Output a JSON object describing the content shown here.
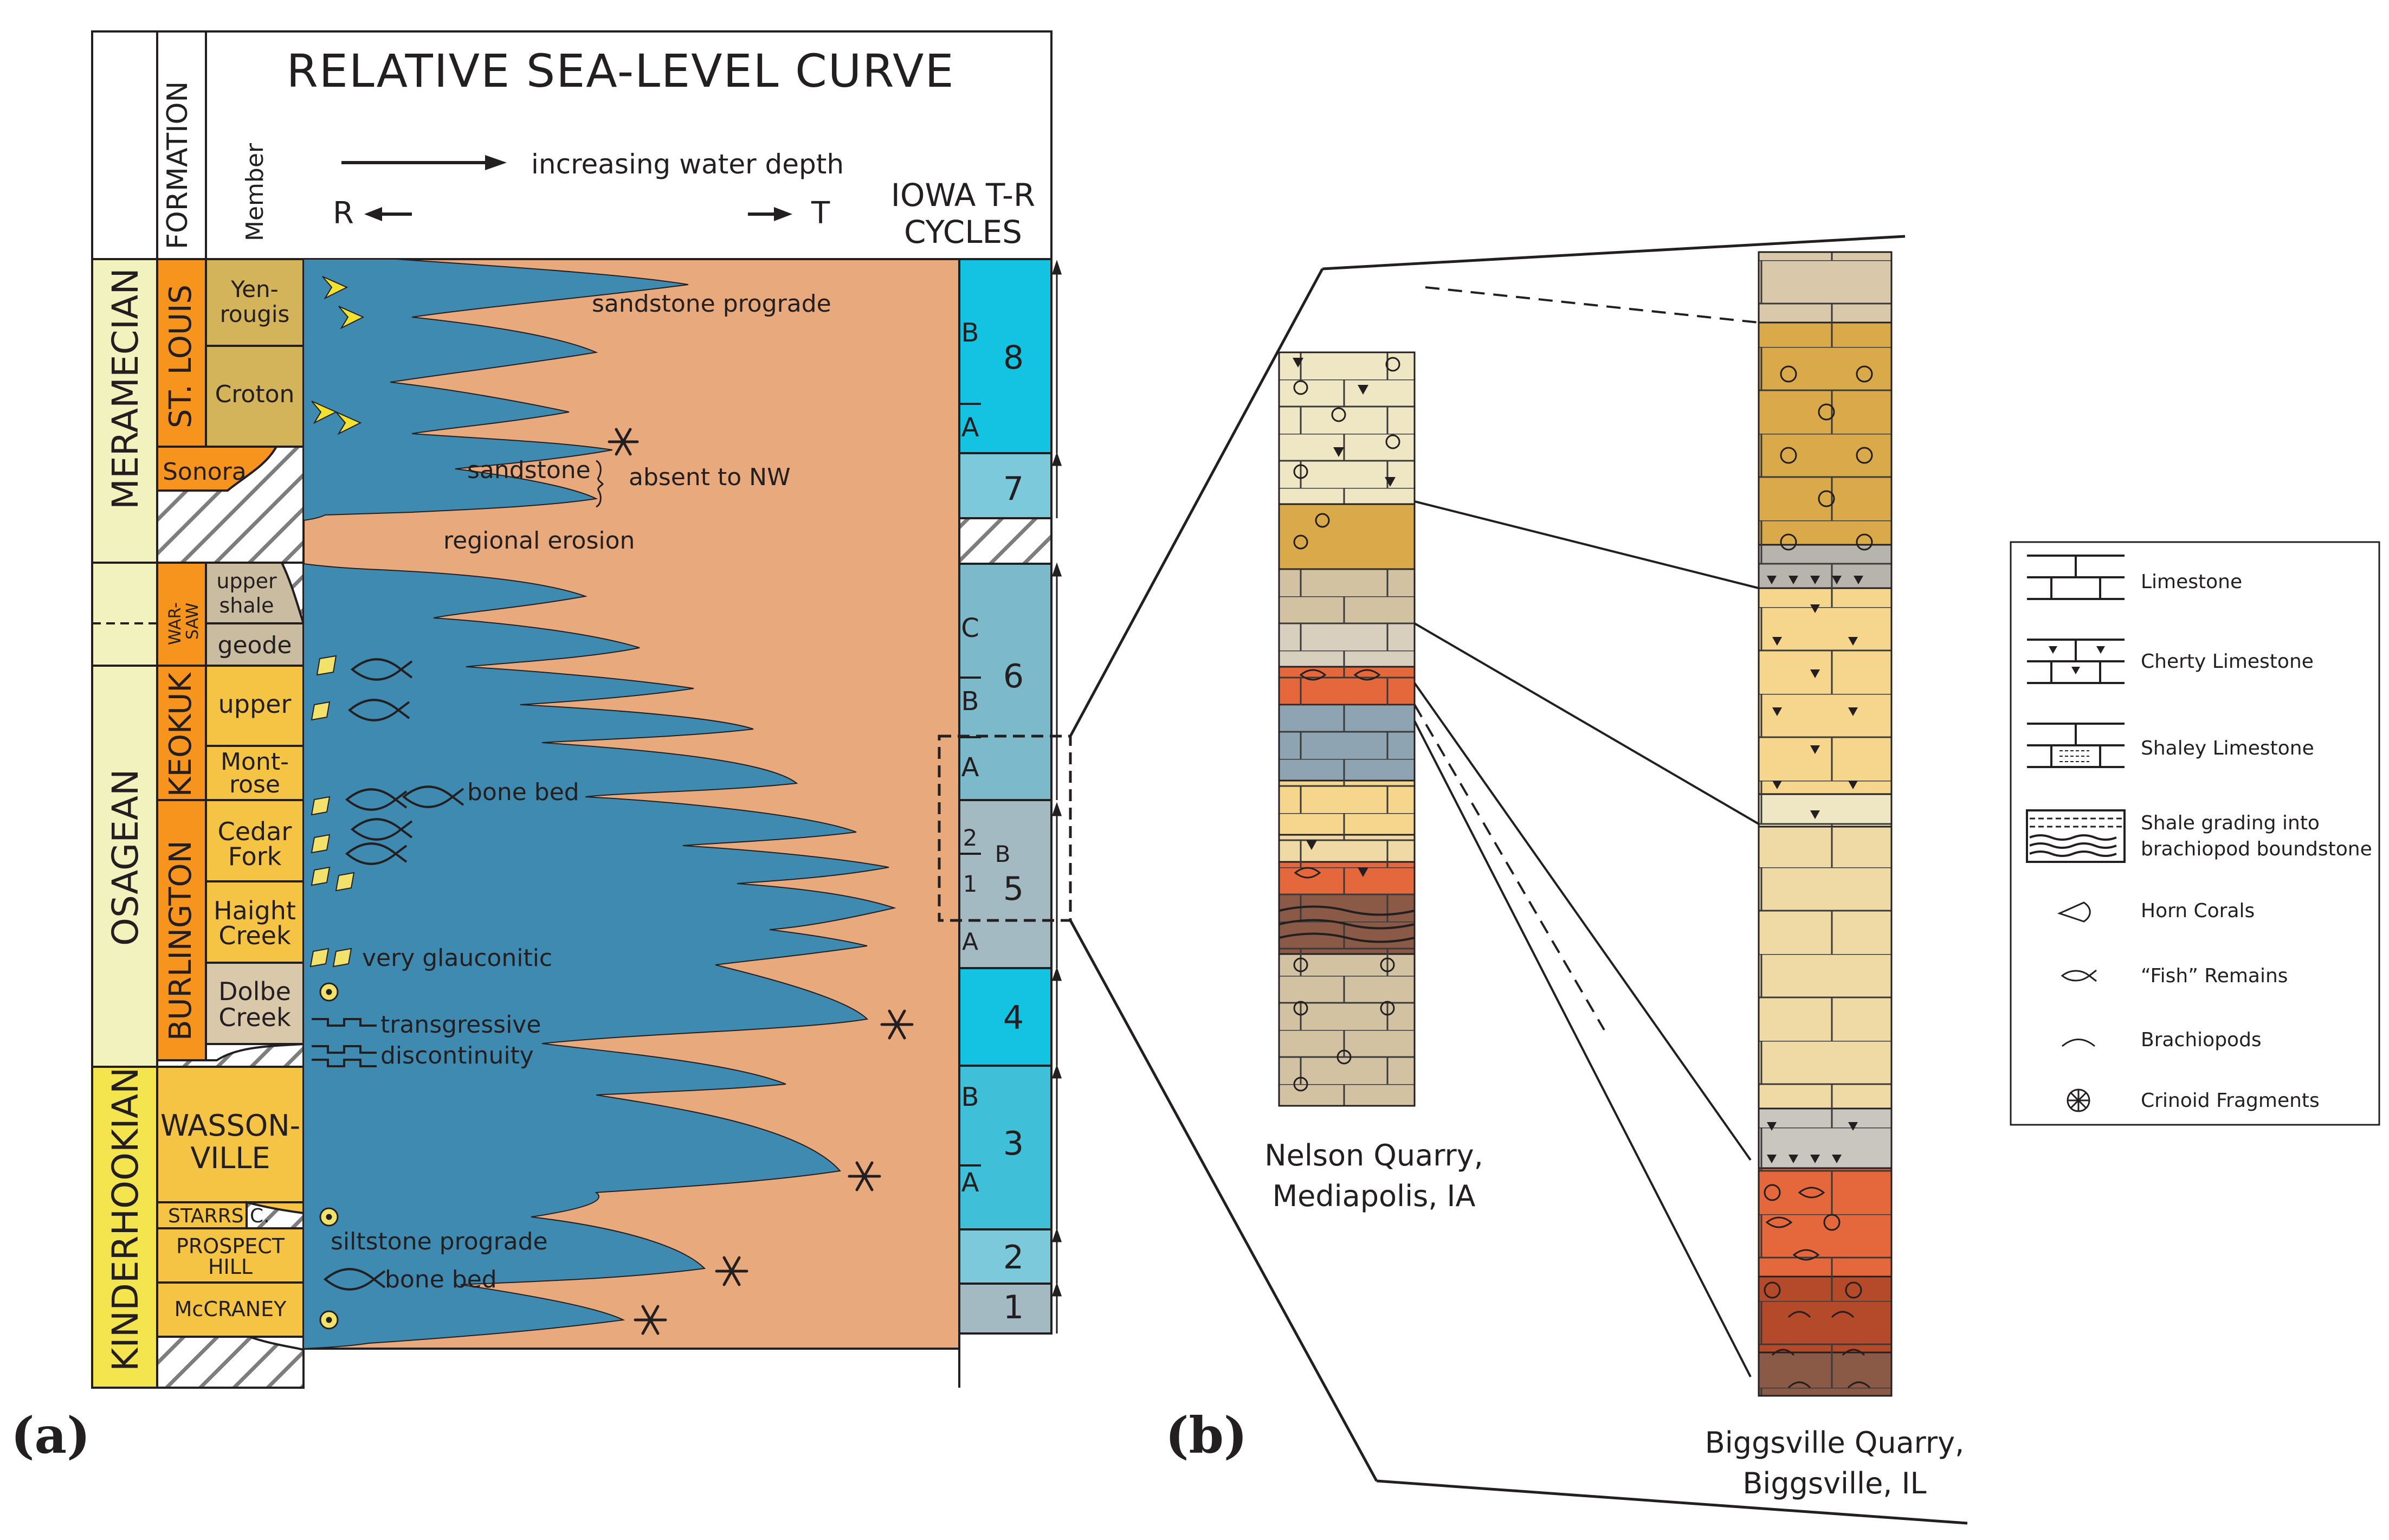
{
  "panel_a": {
    "panel_label": "(a)",
    "title": "RELATIVE SEA-LEVEL CURVE",
    "col_formation": "FORMATION",
    "col_member": "Member",
    "depth_label": "increasing water depth",
    "r_label": "R",
    "t_label": "T",
    "iowa_line1": "IOWA T-R",
    "iowa_line2": "CYCLES",
    "series": [
      {
        "key": "meramecian",
        "label": "MERAMECIAN"
      },
      {
        "key": "osagean",
        "label": "OSAGEAN"
      },
      {
        "key": "kinderhookian",
        "label": "KINDERHOOKIAN"
      }
    ],
    "formations": [
      {
        "key": "stlouis",
        "label": "ST. LOUIS"
      },
      {
        "key": "sonora",
        "label": "Sonora"
      },
      {
        "key": "warsaw1",
        "label": "WAR-"
      },
      {
        "key": "warsaw2",
        "label": "SAW"
      },
      {
        "key": "keokuk",
        "label": "KEOKUK"
      },
      {
        "key": "burlington",
        "label": "BURLINGTON"
      },
      {
        "key": "wassonville1",
        "label": "WASSON-"
      },
      {
        "key": "wassonville2",
        "label": "VILLE"
      },
      {
        "key": "starrs",
        "label": "STARRS C."
      },
      {
        "key": "prospect1",
        "label": "PROSPECT"
      },
      {
        "key": "prospect2",
        "label": "HILL"
      },
      {
        "key": "mccraney",
        "label": "McCRANEY"
      }
    ],
    "members": [
      {
        "key": "yenrougis1",
        "label": "Yen-"
      },
      {
        "key": "yenrougis2",
        "label": "rougis"
      },
      {
        "key": "croton",
        "label": "Croton"
      },
      {
        "key": "uppershale1",
        "label": "upper"
      },
      {
        "key": "uppershale2",
        "label": "shale"
      },
      {
        "key": "geode",
        "label": "geode"
      },
      {
        "key": "upper",
        "label": "upper"
      },
      {
        "key": "montrose1",
        "label": "Mont-"
      },
      {
        "key": "montrose2",
        "label": "rose"
      },
      {
        "key": "cedarfork1",
        "label": "Cedar"
      },
      {
        "key": "cedarfork2",
        "label": "Fork"
      },
      {
        "key": "haight1",
        "label": "Haight"
      },
      {
        "key": "haight2",
        "label": "Creek"
      },
      {
        "key": "dolbe1",
        "label": "Dolbe"
      },
      {
        "key": "dolbe2",
        "label": "Creek"
      }
    ],
    "annotations": [
      {
        "key": "sandstone_prograde",
        "text": "sandstone prograde"
      },
      {
        "key": "sandstone",
        "text": "sandstone"
      },
      {
        "key": "absent_nw",
        "text": "absent to NW"
      },
      {
        "key": "regional_erosion",
        "text": "regional erosion"
      },
      {
        "key": "bone_bed_upper",
        "text": "bone bed"
      },
      {
        "key": "very_glauconitic",
        "text": "very glauconitic"
      },
      {
        "key": "transgressive",
        "text": "transgressive"
      },
      {
        "key": "discontinuity",
        "text": "discontinuity"
      },
      {
        "key": "siltstone_prograde",
        "text": "siltstone prograde"
      },
      {
        "key": "bone_bed_lower",
        "text": "bone bed"
      }
    ],
    "cycles": [
      {
        "key": "c8",
        "number": "8",
        "subs": [
          "B",
          "A"
        ]
      },
      {
        "key": "c7",
        "number": "7",
        "subs": []
      },
      {
        "key": "c6",
        "number": "6",
        "subs": [
          "C",
          "B",
          "A"
        ]
      },
      {
        "key": "c5",
        "number": "5",
        "subs": [
          "2",
          "B",
          "1",
          "A"
        ]
      },
      {
        "key": "c4",
        "number": "4",
        "subs": []
      },
      {
        "key": "c3",
        "number": "3",
        "subs": [
          "B",
          "A"
        ]
      },
      {
        "key": "c2",
        "number": "2",
        "subs": []
      },
      {
        "key": "c1",
        "number": "1",
        "subs": []
      }
    ],
    "colors": {
      "sea": "#3f8ab0",
      "land": "#e8aa7c",
      "series_fill": "#f2f2bf",
      "kinderhookian_fill": "#f4e44e",
      "formation_orange": "#f7941d",
      "member_gold": "#f6c444",
      "member_tan": "#c5b27e",
      "cycle_cyan": "#14c2e2",
      "cycle_steel": "#7cb9cb",
      "cycle_grey": "#a3bac3"
    }
  },
  "panel_b": {
    "panel_label": "(b)",
    "nelson_line1": "Nelson Quarry,",
    "nelson_line2": "Mediapolis, IA",
    "biggsville_line1": "Biggsville Quarry,",
    "biggsville_line2": "Biggsville, IL",
    "legend": [
      {
        "key": "limestone",
        "label": "Limestone",
        "icon": "limestone-icon"
      },
      {
        "key": "cherty",
        "label": "Cherty Limestone",
        "icon": "cherty-limestone-icon"
      },
      {
        "key": "shaley",
        "label": "Shaley Limestone",
        "icon": "shaley-limestone-icon"
      },
      {
        "key": "shale_grading_1",
        "label": "Shale grading into",
        "icon": "shale-boundstone-icon"
      },
      {
        "key": "shale_grading_2",
        "label": "brachiopod boundstone",
        "icon": ""
      },
      {
        "key": "horn_corals",
        "label": "Horn Corals",
        "icon": "horn-coral-icon"
      },
      {
        "key": "fish",
        "label": "“Fish” Remains",
        "icon": "fish-icon"
      },
      {
        "key": "brachiopods",
        "label": "Brachiopods",
        "icon": "brachiopod-icon"
      },
      {
        "key": "crinoid",
        "label": "Crinoid Fragments",
        "icon": "crinoid-icon"
      }
    ],
    "colors": {
      "beige": "#efe6c3",
      "tan": "#d3c2a2",
      "gold": "#d9a94a",
      "yellow": "#f6d58c",
      "red_orange": "#e5683c",
      "brown": "#8a5a47",
      "grey": "#b7b4ae",
      "blue_grey": "#8fa4b2"
    }
  }
}
